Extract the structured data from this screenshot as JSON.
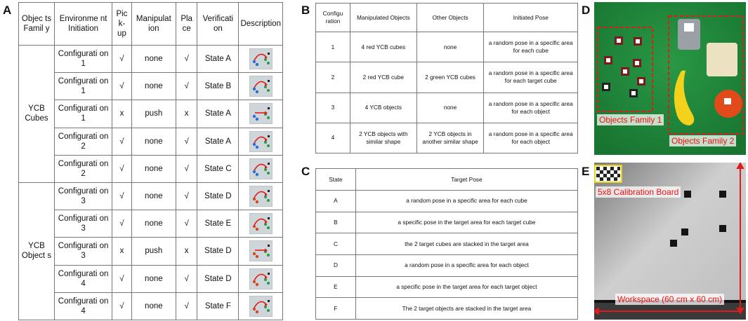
{
  "panel_labels": {
    "a": "A",
    "b": "B",
    "c": "C",
    "d": "D",
    "e": "E"
  },
  "table_a": {
    "headers": [
      "Objec ts Famil y",
      "Environme nt Initiation",
      "Pic k- up",
      "Manipulat ion",
      "Pla ce",
      "Verificati on",
      "Description"
    ],
    "families": [
      {
        "name": "YCB Cubes",
        "rows": [
          {
            "env": "Configurati on 1",
            "pick": "√",
            "manip": "none",
            "place": "√",
            "verif": "State A"
          },
          {
            "env": "Configurati on 1",
            "pick": "√",
            "manip": "none",
            "place": "√",
            "verif": "State B"
          },
          {
            "env": "Configurati on 1",
            "pick": "x",
            "manip": "push",
            "place": "x",
            "verif": "State A"
          },
          {
            "env": "Configurati on 2",
            "pick": "√",
            "manip": "none",
            "place": "√",
            "verif": "State A"
          },
          {
            "env": "Configurati on 2",
            "pick": "√",
            "manip": "none",
            "place": "√",
            "verif": "State C"
          }
        ]
      },
      {
        "name": "YCB Object s",
        "rows": [
          {
            "env": "Configurati on 3",
            "pick": "√",
            "manip": "none",
            "place": "√",
            "verif": "State D"
          },
          {
            "env": "Configurati on 3",
            "pick": "√",
            "manip": "none",
            "place": "√",
            "verif": "State E"
          },
          {
            "env": "Configurati on 3",
            "pick": "x",
            "manip": "push",
            "place": "x",
            "verif": "State D"
          },
          {
            "env": "Configurati on 4",
            "pick": "√",
            "manip": "none",
            "place": "√",
            "verif": "State D"
          },
          {
            "env": "Configurati on 4",
            "pick": "√",
            "manip": "none",
            "place": "√",
            "verif": "State F"
          }
        ]
      }
    ]
  },
  "table_b": {
    "headers": [
      "Configu ration",
      "Manipulated Objects",
      "Other Objects",
      "Initiated Pose"
    ],
    "rows": [
      {
        "n": "1",
        "manip": "4 red YCB cubes",
        "other": "none",
        "pose": "a random pose in a specific area for each cube"
      },
      {
        "n": "2",
        "manip": "2 red YCB cube",
        "other": "2 green YCB cubes",
        "pose": "a random pose in a specific area for each target cube"
      },
      {
        "n": "3",
        "manip": "4 YCB objects",
        "other": "none",
        "pose": "a random pose in a specific area for each object"
      },
      {
        "n": "4",
        "manip": "2 YCB objects with similar shape",
        "other": "2 YCB objects in another similar shape",
        "pose": "a random pose in a specific area for each object"
      }
    ]
  },
  "table_c": {
    "headers": [
      "State",
      "Target Pose"
    ],
    "rows": [
      {
        "state": "A",
        "pose": "a random pose in a specific area for each cube"
      },
      {
        "state": "B",
        "pose": "a specific pose in the target area for each target cube"
      },
      {
        "state": "C",
        "pose": "the 2 target cubes are stacked in the target area"
      },
      {
        "state": "D",
        "pose": "a random pose in a specific area for each object"
      },
      {
        "state": "E",
        "pose": "a specific pose in the target area for each target object"
      },
      {
        "state": "F",
        "pose": "The 2 target objects are stacked in the target area"
      }
    ]
  },
  "photo_d": {
    "label_1": "Objects Family 1",
    "label_2": "Objects Family 2"
  },
  "photo_e": {
    "label_board": "5x8 Calibration Board",
    "label_workspace": "Workspace (60 cm x 60 cm)"
  },
  "colors": {
    "annotation": "#e11a1a",
    "mat_green": "#1f8a3a",
    "workspace_gray": "#c8c8c8"
  }
}
